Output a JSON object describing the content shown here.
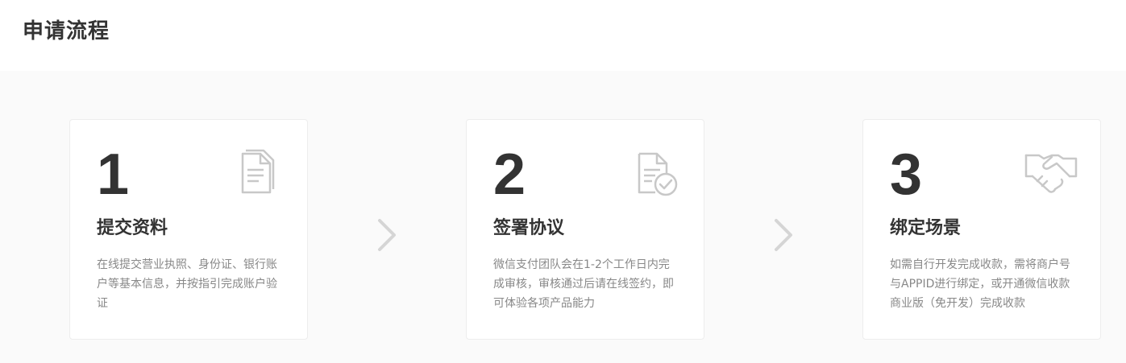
{
  "page": {
    "title": "申请流程"
  },
  "steps": [
    {
      "number": "1",
      "title": "提交资料",
      "description": "在线提交营业执照、身份证、银行账户等基本信息，并按指引完成账户验证",
      "icon": "document-icon"
    },
    {
      "number": "2",
      "title": "签署协议",
      "description": "微信支付团队会在1-2个工作日内完成审核，审核通过后请在线签约，即可体验各项产品能力",
      "icon": "document-check-icon"
    },
    {
      "number": "3",
      "title": "绑定场景",
      "description": "如需自行开发完成收款，需将商户号与APPID进行绑定，或开通微信收款商业版（免开发）完成收款",
      "icon": "handshake-icon"
    }
  ],
  "colors": {
    "title_text": "#333333",
    "desc_text": "#888888",
    "icon_gray": "#c8c8c8",
    "arrow_gray": "#d5d5d5",
    "band_bg": "#fafafa"
  }
}
